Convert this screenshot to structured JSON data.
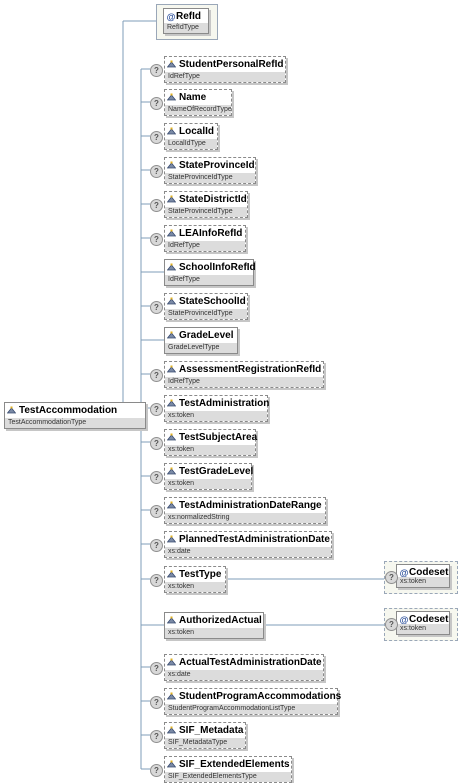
{
  "colors": {
    "wire": "#7f9db9",
    "type_band": "#dcdcdc",
    "attribute_icon": "#2a4e9a"
  },
  "root": {
    "name": "TestAccommodation",
    "type": "TestAccommodationType"
  },
  "attributes": [
    {
      "name": "RefId",
      "type": "RefIdType",
      "icon": "at-icon"
    }
  ],
  "elements": [
    {
      "name": "StudentPersonalRefId",
      "type": "IdRefType",
      "optional": true
    },
    {
      "name": "Name",
      "type": "NameOfRecordType",
      "optional": true
    },
    {
      "name": "LocalId",
      "type": "LocalIdType",
      "optional": true
    },
    {
      "name": "StateProvinceId",
      "type": "StateProvinceIdType",
      "optional": true
    },
    {
      "name": "StateDistrictId",
      "type": "StateProvinceIdType",
      "optional": true
    },
    {
      "name": "LEAInfoRefId",
      "type": "IdRefType",
      "optional": true
    },
    {
      "name": "SchoolInfoRefId",
      "type": "IdRefType",
      "optional": false
    },
    {
      "name": "StateSchoolId",
      "type": "StateProvinceIdType",
      "optional": true
    },
    {
      "name": "GradeLevel",
      "type": "GradeLevelType",
      "optional": false
    },
    {
      "name": "AssessmentRegistrationRefId",
      "type": "IdRefType",
      "optional": true
    },
    {
      "name": "TestAdministration",
      "type": "xs:token",
      "optional": true
    },
    {
      "name": "TestSubjectArea",
      "type": "xs:token",
      "optional": true
    },
    {
      "name": "TestGradeLevel",
      "type": "xs:token",
      "optional": true
    },
    {
      "name": "TestAdministrationDateRange",
      "type": "xs:normalizedString",
      "optional": true
    },
    {
      "name": "PlannedTestAdministrationDate",
      "type": "xs:date",
      "optional": true
    },
    {
      "name": "TestType",
      "type": "xs:token",
      "optional": true,
      "attribute": {
        "name": "Codeset",
        "type": "xs:token",
        "optional": true
      }
    },
    {
      "name": "AuthorizedActual",
      "type": "xs:token",
      "optional": false,
      "attribute": {
        "name": "Codeset",
        "type": "xs:token",
        "optional": true
      }
    },
    {
      "name": "ActualTestAdministrationDate",
      "type": "xs:date",
      "optional": true
    },
    {
      "name": "StudentProgramAccommodations",
      "type": "StudentProgramAccommodationListType",
      "optional": true
    },
    {
      "name": "SIF_Metadata",
      "type": "SIF_MetadataType",
      "optional": true
    },
    {
      "name": "SIF_ExtendedElements",
      "type": "SIF_ExtendedElementsType",
      "optional": true
    }
  ]
}
